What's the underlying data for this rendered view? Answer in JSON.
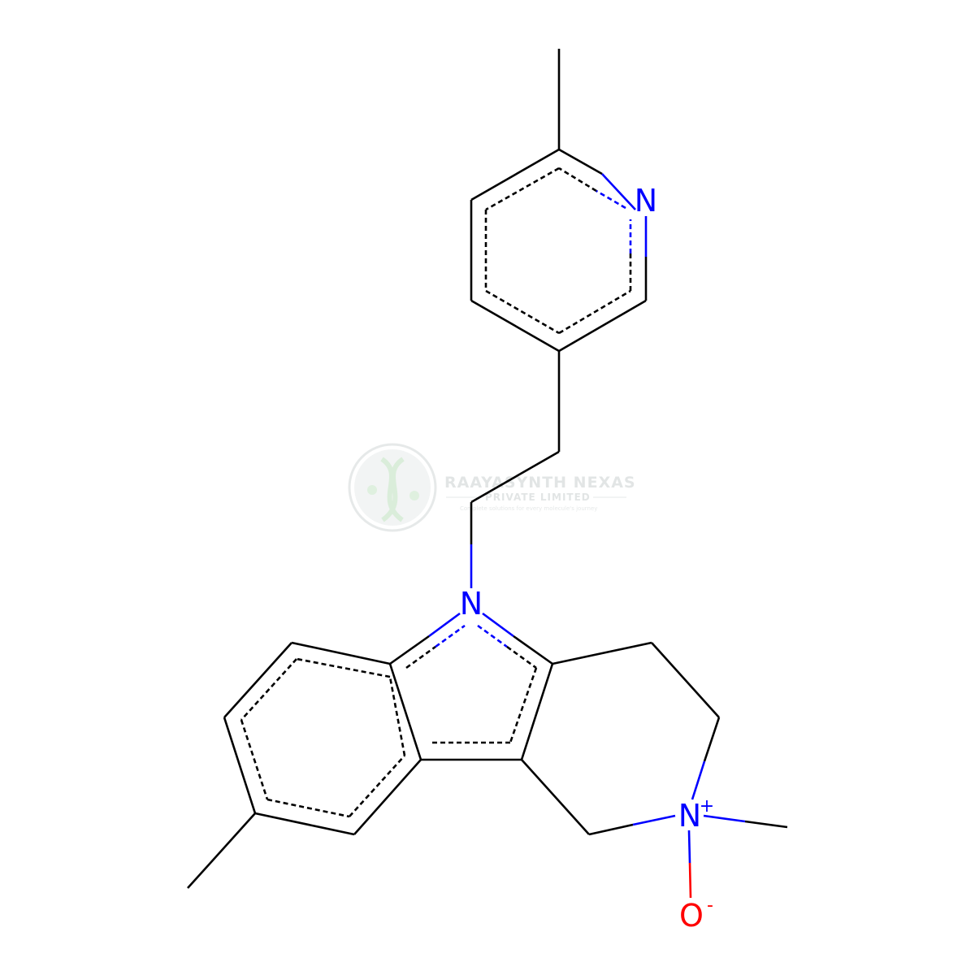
{
  "watermark": {
    "title": "RAAYASYNTH NEXAS",
    "subtitle": "PRIVATE LIMITED",
    "tagline": "Complete solutions for every molecule's journey"
  },
  "colors": {
    "carbon_bond": "#000000",
    "nitrogen": "#0000ff",
    "oxygen": "#ff0000",
    "watermark": "#dfe3e3"
  },
  "atoms": {
    "n_pyridine": {
      "element": "N",
      "charge": ""
    },
    "n_indole": {
      "element": "N",
      "charge": ""
    },
    "n_plus": {
      "element": "N",
      "charge": "+"
    },
    "o_minus": {
      "element": "O",
      "charge": "-"
    }
  }
}
